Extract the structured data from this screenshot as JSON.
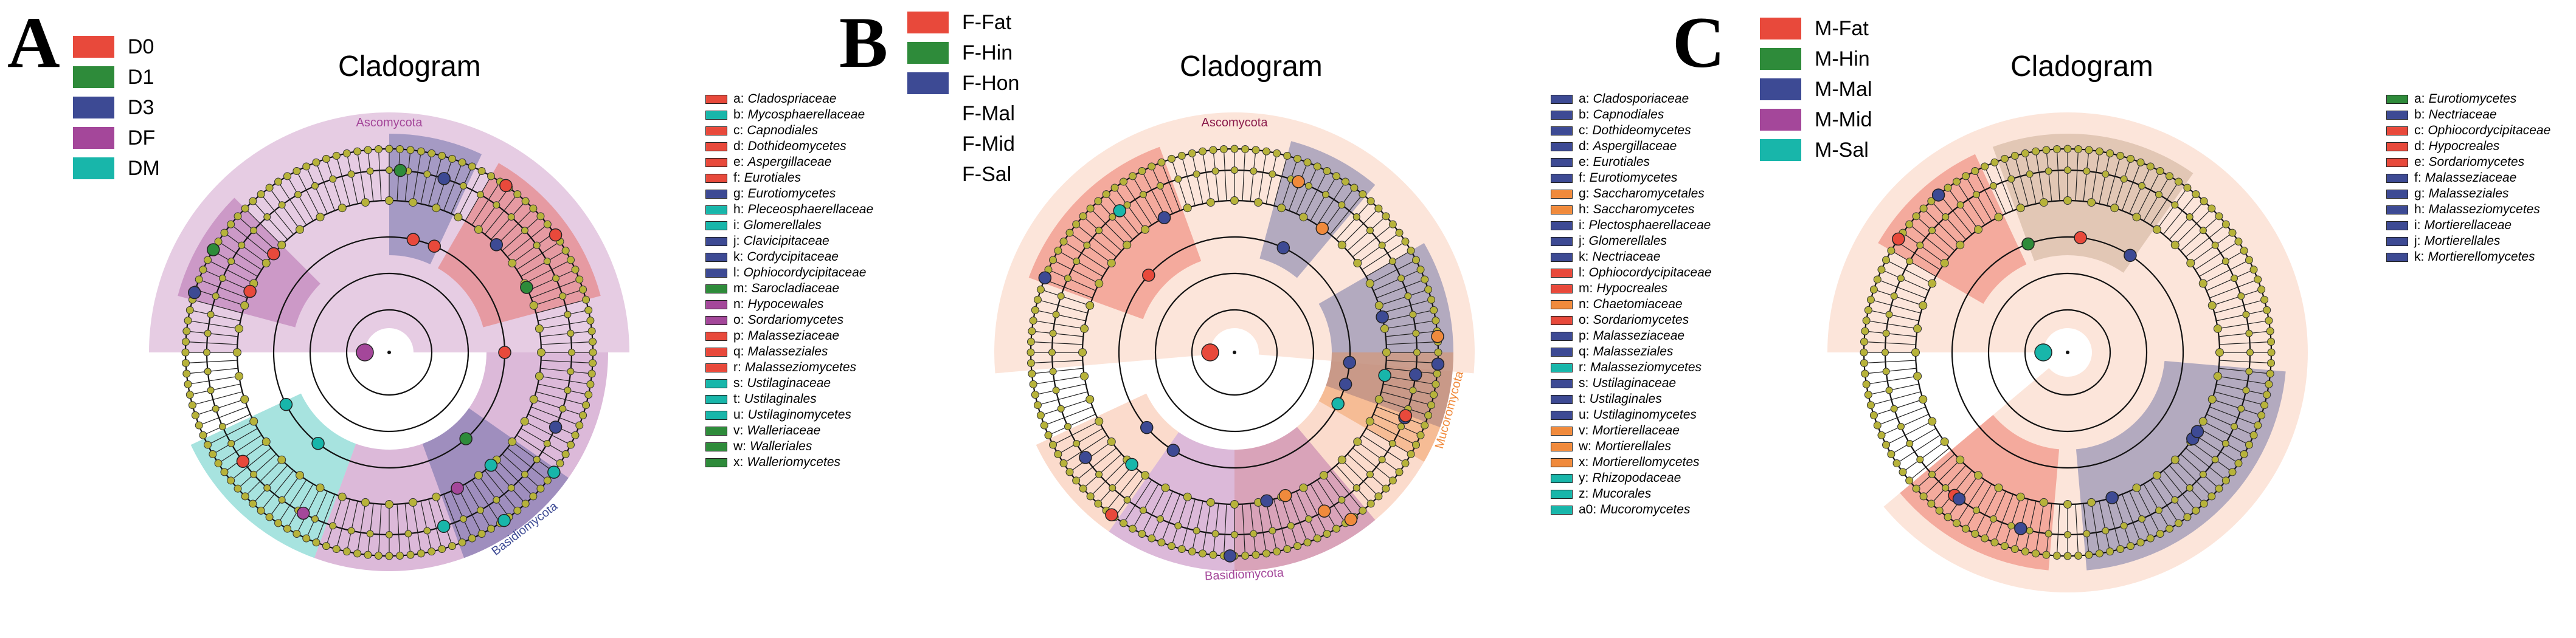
{
  "panels": [
    {
      "letter": "A",
      "title": "Cladogram",
      "legend": [
        {
          "label": "D0",
          "color": "#e8493b"
        },
        {
          "label": "D1",
          "color": "#2e8b3a"
        },
        {
          "label": "D3",
          "color": "#3d4a94"
        },
        {
          "label": "DF",
          "color": "#a4479a"
        },
        {
          "label": "DM",
          "color": "#18b6aa"
        }
      ],
      "sectors": [
        {
          "start": -90,
          "end": 90,
          "color": "#a4479a",
          "label": "Ascomycota"
        },
        {
          "start": 90,
          "end": 200,
          "color": "#a4479a",
          "label": ""
        },
        {
          "start": 125,
          "end": 160,
          "color": "#3d4a94",
          "label": "Basidiomycota"
        },
        {
          "start": 200,
          "end": 245,
          "color": "#18b6aa",
          "label": ""
        },
        {
          "start": 30,
          "end": 75,
          "color": "#e8493b",
          "label": ""
        },
        {
          "start": 0,
          "end": 25,
          "color": "#3d4a94",
          "label": ""
        },
        {
          "start": -75,
          "end": -45,
          "color": "#a4479a",
          "label": ""
        }
      ],
      "keys": [
        {
          "id": "a:",
          "name": "Cladospriaceae",
          "color": "#e8493b"
        },
        {
          "id": "b:",
          "name": "Mycosphaerellaceae",
          "color": "#18b6aa"
        },
        {
          "id": "c:",
          "name": "Capnodiales",
          "color": "#e8493b"
        },
        {
          "id": "d:",
          "name": "Dothideomycetes",
          "color": "#e8493b"
        },
        {
          "id": "e:",
          "name": "Aspergillaceae",
          "color": "#e8493b"
        },
        {
          "id": "f:",
          "name": "Eurotiales",
          "color": "#e8493b"
        },
        {
          "id": "g:",
          "name": "Eurotiomycetes",
          "color": "#3d4a94"
        },
        {
          "id": "h:",
          "name": "Pleceosphaerellaceae",
          "color": "#18b6aa"
        },
        {
          "id": "i:",
          "name": "Glomerellales",
          "color": "#18b6aa"
        },
        {
          "id": "j:",
          "name": "Clavicipitaceae",
          "color": "#3d4a94"
        },
        {
          "id": "k:",
          "name": "Cordycipitaceae",
          "color": "#3d4a94"
        },
        {
          "id": "l:",
          "name": "Ophiocordycipitaceae",
          "color": "#3d4a94"
        },
        {
          "id": "m:",
          "name": "Sarocladiaceae",
          "color": "#2e8b3a"
        },
        {
          "id": "n:",
          "name": "Hypocewales",
          "color": "#a4479a"
        },
        {
          "id": "o:",
          "name": "Sordariomycetes",
          "color": "#a4479a"
        },
        {
          "id": "p:",
          "name": "Malasseziaceae",
          "color": "#e8493b"
        },
        {
          "id": "q:",
          "name": "Malasseziales",
          "color": "#e8493b"
        },
        {
          "id": "r:",
          "name": "Malasseziomycetes",
          "color": "#e8493b"
        },
        {
          "id": "s:",
          "name": "Ustilaginaceae",
          "color": "#18b6aa"
        },
        {
          "id": "t:",
          "name": "Ustilaginales",
          "color": "#18b6aa"
        },
        {
          "id": "u:",
          "name": "Ustilaginomycetes",
          "color": "#18b6aa"
        },
        {
          "id": "v:",
          "name": "Walleriaceae",
          "color": "#2e8b3a"
        },
        {
          "id": "w:",
          "name": "Walleriales",
          "color": "#2e8b3a"
        },
        {
          "id": "x:",
          "name": "Walleriomycetes",
          "color": "#2e8b3a"
        }
      ]
    },
    {
      "letter": "B",
      "title": "Cladogram",
      "legend": [
        {
          "label": "F-Fat",
          "color": "#e8493b"
        },
        {
          "label": "F-Hin",
          "color": "#2e8b3a"
        },
        {
          "label": "F-Hon",
          "color": "#3d4a94"
        },
        {
          "label": "F-Mal",
          "color": ""
        },
        {
          "label": "F-Mid",
          "color": ""
        },
        {
          "label": "F-Sal",
          "color": ""
        }
      ],
      "sectors": [
        {
          "start": -95,
          "end": 95,
          "color": "#f4a07a",
          "label": "Ascomycota"
        },
        {
          "start": 95,
          "end": 180,
          "color": "#f4a07a",
          "label": ""
        },
        {
          "start": 140,
          "end": 215,
          "color": "#a4479a",
          "label": "Basidiomycota"
        },
        {
          "start": 60,
          "end": 110,
          "color": "#3d4a94",
          "label": ""
        },
        {
          "start": 90,
          "end": 120,
          "color": "#f08a3c",
          "label": "Mucoromycota"
        },
        {
          "start": 215,
          "end": 245,
          "color": "#f4a07a",
          "label": ""
        },
        {
          "start": -70,
          "end": -20,
          "color": "#e8493b",
          "label": ""
        },
        {
          "start": 15,
          "end": 40,
          "color": "#3d4a94",
          "label": ""
        }
      ],
      "keys": [
        {
          "id": "a:",
          "name": "Cladosporiaceae",
          "color": "#3d4a94"
        },
        {
          "id": "b:",
          "name": "Capnodiales",
          "color": "#3d4a94"
        },
        {
          "id": "c:",
          "name": "Dothideomycetes",
          "color": "#3d4a94"
        },
        {
          "id": "d:",
          "name": "Aspergillaceae",
          "color": "#3d4a94"
        },
        {
          "id": "e:",
          "name": "Eurotiales",
          "color": "#3d4a94"
        },
        {
          "id": "f:",
          "name": "Eurotiomycetes",
          "color": "#3d4a94"
        },
        {
          "id": "g:",
          "name": "Saccharomycetales",
          "color": "#f08a3c"
        },
        {
          "id": "h:",
          "name": "Saccharomycetes",
          "color": "#f08a3c"
        },
        {
          "id": "i:",
          "name": "Plectosphaerellaceae",
          "color": "#3d4a94"
        },
        {
          "id": "j:",
          "name": "Glomerellales",
          "color": "#3d4a94"
        },
        {
          "id": "k:",
          "name": "Nectriaceae",
          "color": "#3d4a94"
        },
        {
          "id": "l:",
          "name": "Ophiocordycipitaceae",
          "color": "#e8493b"
        },
        {
          "id": "m:",
          "name": "Hypocreales",
          "color": "#e8493b"
        },
        {
          "id": "n:",
          "name": "Chaetomiaceae",
          "color": "#f08a3c"
        },
        {
          "id": "o:",
          "name": "Sordariomycetes",
          "color": "#e8493b"
        },
        {
          "id": "p:",
          "name": "Malasseziaceae",
          "color": "#3d4a94"
        },
        {
          "id": "q:",
          "name": "Malasseziales",
          "color": "#3d4a94"
        },
        {
          "id": "r:",
          "name": "Malasseziomycetes",
          "color": "#18b6aa"
        },
        {
          "id": "s:",
          "name": "Ustilaginaceae",
          "color": "#3d4a94"
        },
        {
          "id": "t:",
          "name": "Ustilaginales",
          "color": "#3d4a94"
        },
        {
          "id": "u:",
          "name": "Ustilaginomycetes",
          "color": "#3d4a94"
        },
        {
          "id": "v:",
          "name": "Mortierellaceae",
          "color": "#f08a3c"
        },
        {
          "id": "w:",
          "name": "Mortierellales",
          "color": "#f08a3c"
        },
        {
          "id": "x:",
          "name": "Mortierellomycetes",
          "color": "#f08a3c"
        },
        {
          "id": "y:",
          "name": "Rhizopodaceae",
          "color": "#18b6aa"
        },
        {
          "id": "z:",
          "name": "Mucorales",
          "color": "#18b6aa"
        },
        {
          "id": "a0:",
          "name": "Mucoromycetes",
          "color": "#18b6aa"
        }
      ]
    },
    {
      "letter": "C",
      "title": "Cladogram",
      "legend": [
        {
          "label": "M-Fat",
          "color": "#e8493b"
        },
        {
          "label": "M-Hin",
          "color": "#2e8b3a"
        },
        {
          "label": "M-Mal",
          "color": "#3d4a94"
        },
        {
          "label": "M-Mid",
          "color": "#a4479a"
        },
        {
          "label": "M-Sal",
          "color": "#18b6aa"
        }
      ],
      "sectors": [
        {
          "start": -90,
          "end": 230,
          "color": "#f4a07a",
          "label": ""
        },
        {
          "start": -20,
          "end": 35,
          "color": "#b9957a",
          "label": ""
        },
        {
          "start": 95,
          "end": 175,
          "color": "#3d4a94",
          "label": ""
        },
        {
          "start": 185,
          "end": 230,
          "color": "#e8493b",
          "label": ""
        },
        {
          "start": -60,
          "end": -25,
          "color": "#e8493b",
          "label": ""
        }
      ],
      "keys": [
        {
          "id": "a:",
          "name": "Eurotiomycetes",
          "color": "#2e8b3a"
        },
        {
          "id": "b:",
          "name": "Nectriaceae",
          "color": "#3d4a94"
        },
        {
          "id": "c:",
          "name": "Ophiocordycipitaceae",
          "color": "#e8493b"
        },
        {
          "id": "d:",
          "name": "Hypocreales",
          "color": "#e8493b"
        },
        {
          "id": "e:",
          "name": "Sordariomycetes",
          "color": "#e8493b"
        },
        {
          "id": "f:",
          "name": "Malasseziaceae",
          "color": "#3d4a94"
        },
        {
          "id": "g:",
          "name": "Malasseziales",
          "color": "#3d4a94"
        },
        {
          "id": "h:",
          "name": "Malasseziomycetes",
          "color": "#3d4a94"
        },
        {
          "id": "i:",
          "name": "Mortierellaceae",
          "color": "#3d4a94"
        },
        {
          "id": "j:",
          "name": "Mortierellales",
          "color": "#3d4a94"
        },
        {
          "id": "k:",
          "name": "Mortierellomycetes",
          "color": "#3d4a94"
        }
      ]
    }
  ]
}
